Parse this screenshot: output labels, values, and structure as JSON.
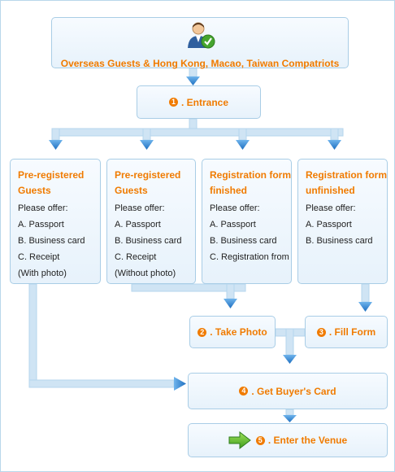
{
  "header": {
    "icon": "user-check-icon",
    "title": "Overseas Guests & Hong Kong, Macao, Taiwan Compatriots"
  },
  "steps": {
    "entrance": {
      "number": "1",
      "label": ". Entrance"
    },
    "take_photo": {
      "number": "2",
      "label": ". Take Photo"
    },
    "fill_form": {
      "number": "3",
      "label": ". Fill Form"
    },
    "get_card": {
      "number": "4",
      "label": ". Get Buyer's Card"
    },
    "enter_venue": {
      "number": "5",
      "label": ". Enter the Venue",
      "icon": "green-arrow-icon"
    }
  },
  "categories": [
    {
      "title_line1": "Pre-registered",
      "title_line2": "Guests",
      "intro": "Please offer:",
      "items": [
        "A. Passport",
        "B. Business card",
        "C. Receipt",
        "(With photo)"
      ]
    },
    {
      "title_line1": "Pre-registered",
      "title_line2": "Guests",
      "intro": "Please offer:",
      "items": [
        "A. Passport",
        "B. Business card",
        "C. Receipt",
        "(Without photo)"
      ]
    },
    {
      "title_line1": "Registration form",
      "title_line2": "finished",
      "intro": "Please offer:",
      "items": [
        "A. Passport",
        "B. Business card",
        "C. Registration from"
      ]
    },
    {
      "title_line1": "Registration form",
      "title_line2": "unfinished",
      "intro": "Please offer:",
      "items": [
        "A. Passport",
        "B. Business card"
      ]
    }
  ],
  "colors": {
    "accent": "#f07b00",
    "box_border": "#a9cde6",
    "connector": "#cfe4f4",
    "arrow": "#1e78c8"
  }
}
